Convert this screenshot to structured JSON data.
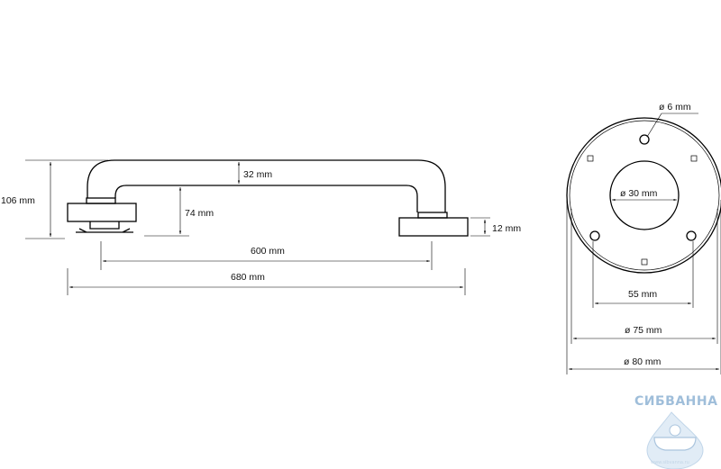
{
  "side_view": {
    "total_height": "106 mm",
    "tube_diameter": "32 mm",
    "offset_height": "74 mm",
    "base_height": "12 mm",
    "center_distance": "600 mm",
    "overall_length": "680 mm"
  },
  "flange_view": {
    "screw_hole": "ø 6 mm",
    "tube_hole": "ø 30 mm",
    "hole_spacing": "55 mm",
    "cover_diameter": "ø 75 mm",
    "outer_diameter": "ø 80 mm"
  },
  "watermark": {
    "brand": "СИБВАННА",
    "url": "www.sibvanna.ru"
  }
}
